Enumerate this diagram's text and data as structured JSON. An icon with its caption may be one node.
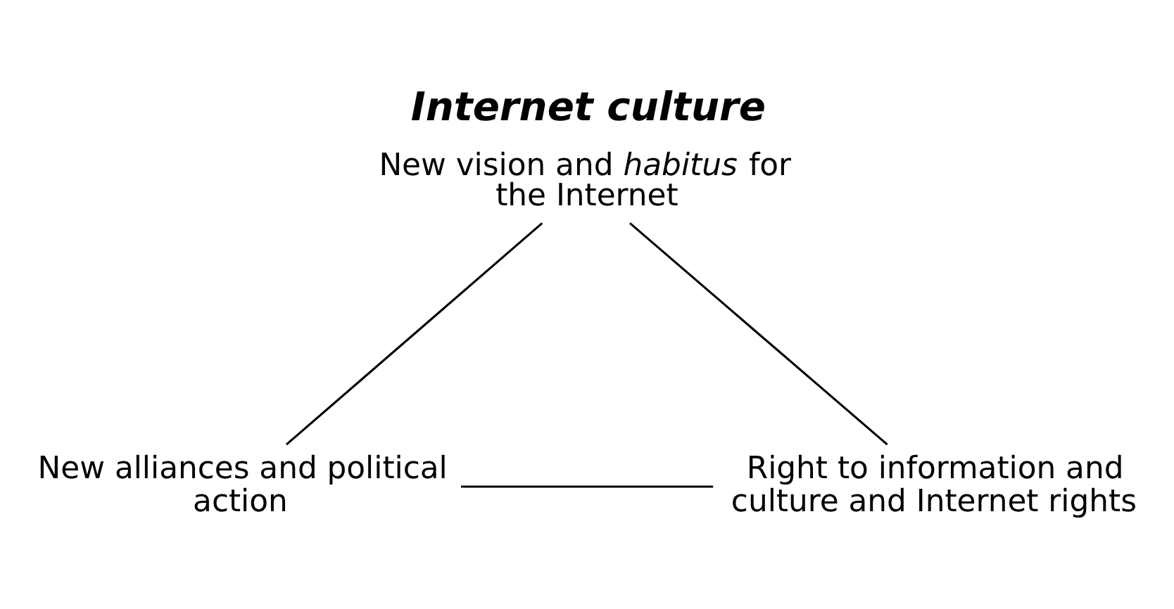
{
  "diagram": {
    "title": "Internet culture",
    "nodes": [
      {
        "text": [
          "New vision and *habitus* for the Internet"
        ]
      },
      {
        "text": [
          "New alliances and political action"
        ]
      },
      {
        "text": [
          "Right to information and culture and Internet rights"
        ]
      }
    ],
    "edges": [
      {
        "from": 0,
        "to": 1,
        "arrow": "none"
      },
      {
        "from": 0,
        "to": 2,
        "arrow": "none"
      },
      {
        "from": 1,
        "to": 2,
        "arrow": "none"
      }
    ]
  }
}
